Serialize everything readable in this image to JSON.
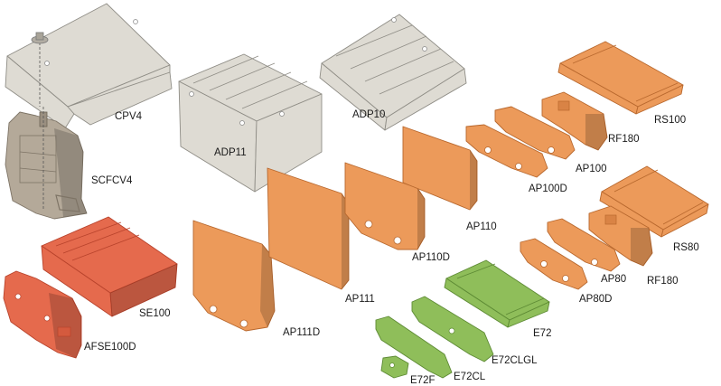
{
  "colors": {
    "grey": "#dedbd3",
    "grey_edge": "#8f8d86",
    "taupe": "#b4a999",
    "taupe_edge": "#7e7466",
    "orange": "#ec9a5a",
    "orange_edge": "#b8682e",
    "red": "#e56a4d",
    "red_edge": "#b8432c",
    "green": "#8fbe5a",
    "green_edge": "#5d8a34"
  },
  "parts": [
    {
      "id": "cpv4",
      "label": "CPV4",
      "color": "grey"
    },
    {
      "id": "scfcv4",
      "label": "SCFCV4",
      "color": "taupe"
    },
    {
      "id": "se100",
      "label": "SE100",
      "color": "red"
    },
    {
      "id": "afse100d",
      "label": "AFSE100D",
      "color": "red"
    },
    {
      "id": "adp11",
      "label": "ADP11",
      "color": "grey"
    },
    {
      "id": "adp10",
      "label": "ADP10",
      "color": "grey"
    },
    {
      "id": "ap111d",
      "label": "AP111D",
      "color": "orange"
    },
    {
      "id": "ap111",
      "label": "AP111",
      "color": "orange"
    },
    {
      "id": "ap110d",
      "label": "AP110D",
      "color": "orange"
    },
    {
      "id": "ap110",
      "label": "AP110",
      "color": "orange"
    },
    {
      "id": "ap100d",
      "label": "AP100D",
      "color": "orange"
    },
    {
      "id": "ap100",
      "label": "AP100",
      "color": "orange"
    },
    {
      "id": "rf180_top",
      "label": "RF180",
      "color": "orange"
    },
    {
      "id": "rs100",
      "label": "RS100",
      "color": "orange"
    },
    {
      "id": "rs80",
      "label": "RS80",
      "color": "orange"
    },
    {
      "id": "rf180_bottom",
      "label": "RF180",
      "color": "orange"
    },
    {
      "id": "ap80",
      "label": "AP80",
      "color": "orange"
    },
    {
      "id": "ap80d",
      "label": "AP80D",
      "color": "orange"
    },
    {
      "id": "e72",
      "label": "E72",
      "color": "green"
    },
    {
      "id": "e72clgl",
      "label": "E72CLGL",
      "color": "green"
    },
    {
      "id": "e72cl",
      "label": "E72CL",
      "color": "green"
    },
    {
      "id": "e72f",
      "label": "E72F",
      "color": "green"
    }
  ]
}
